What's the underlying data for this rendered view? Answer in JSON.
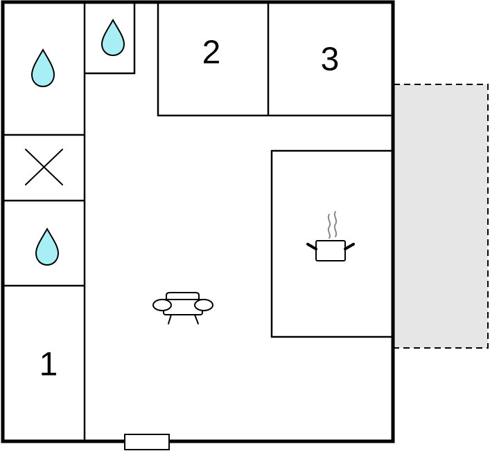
{
  "floorplan": {
    "rooms": {
      "room_1": {
        "label": "1"
      },
      "room_2": {
        "label": "2"
      },
      "room_3": {
        "label": "3"
      }
    },
    "icons": {
      "shower_top": "water-drop",
      "shower_small": "water-drop",
      "toilet": "water-drop",
      "storage": "x-mark",
      "kitchen": "cooking-pot",
      "living": "armchair"
    },
    "colors": {
      "water": "#a8eef5",
      "terrace": "#e6e6e6",
      "walls": "#000000"
    }
  }
}
